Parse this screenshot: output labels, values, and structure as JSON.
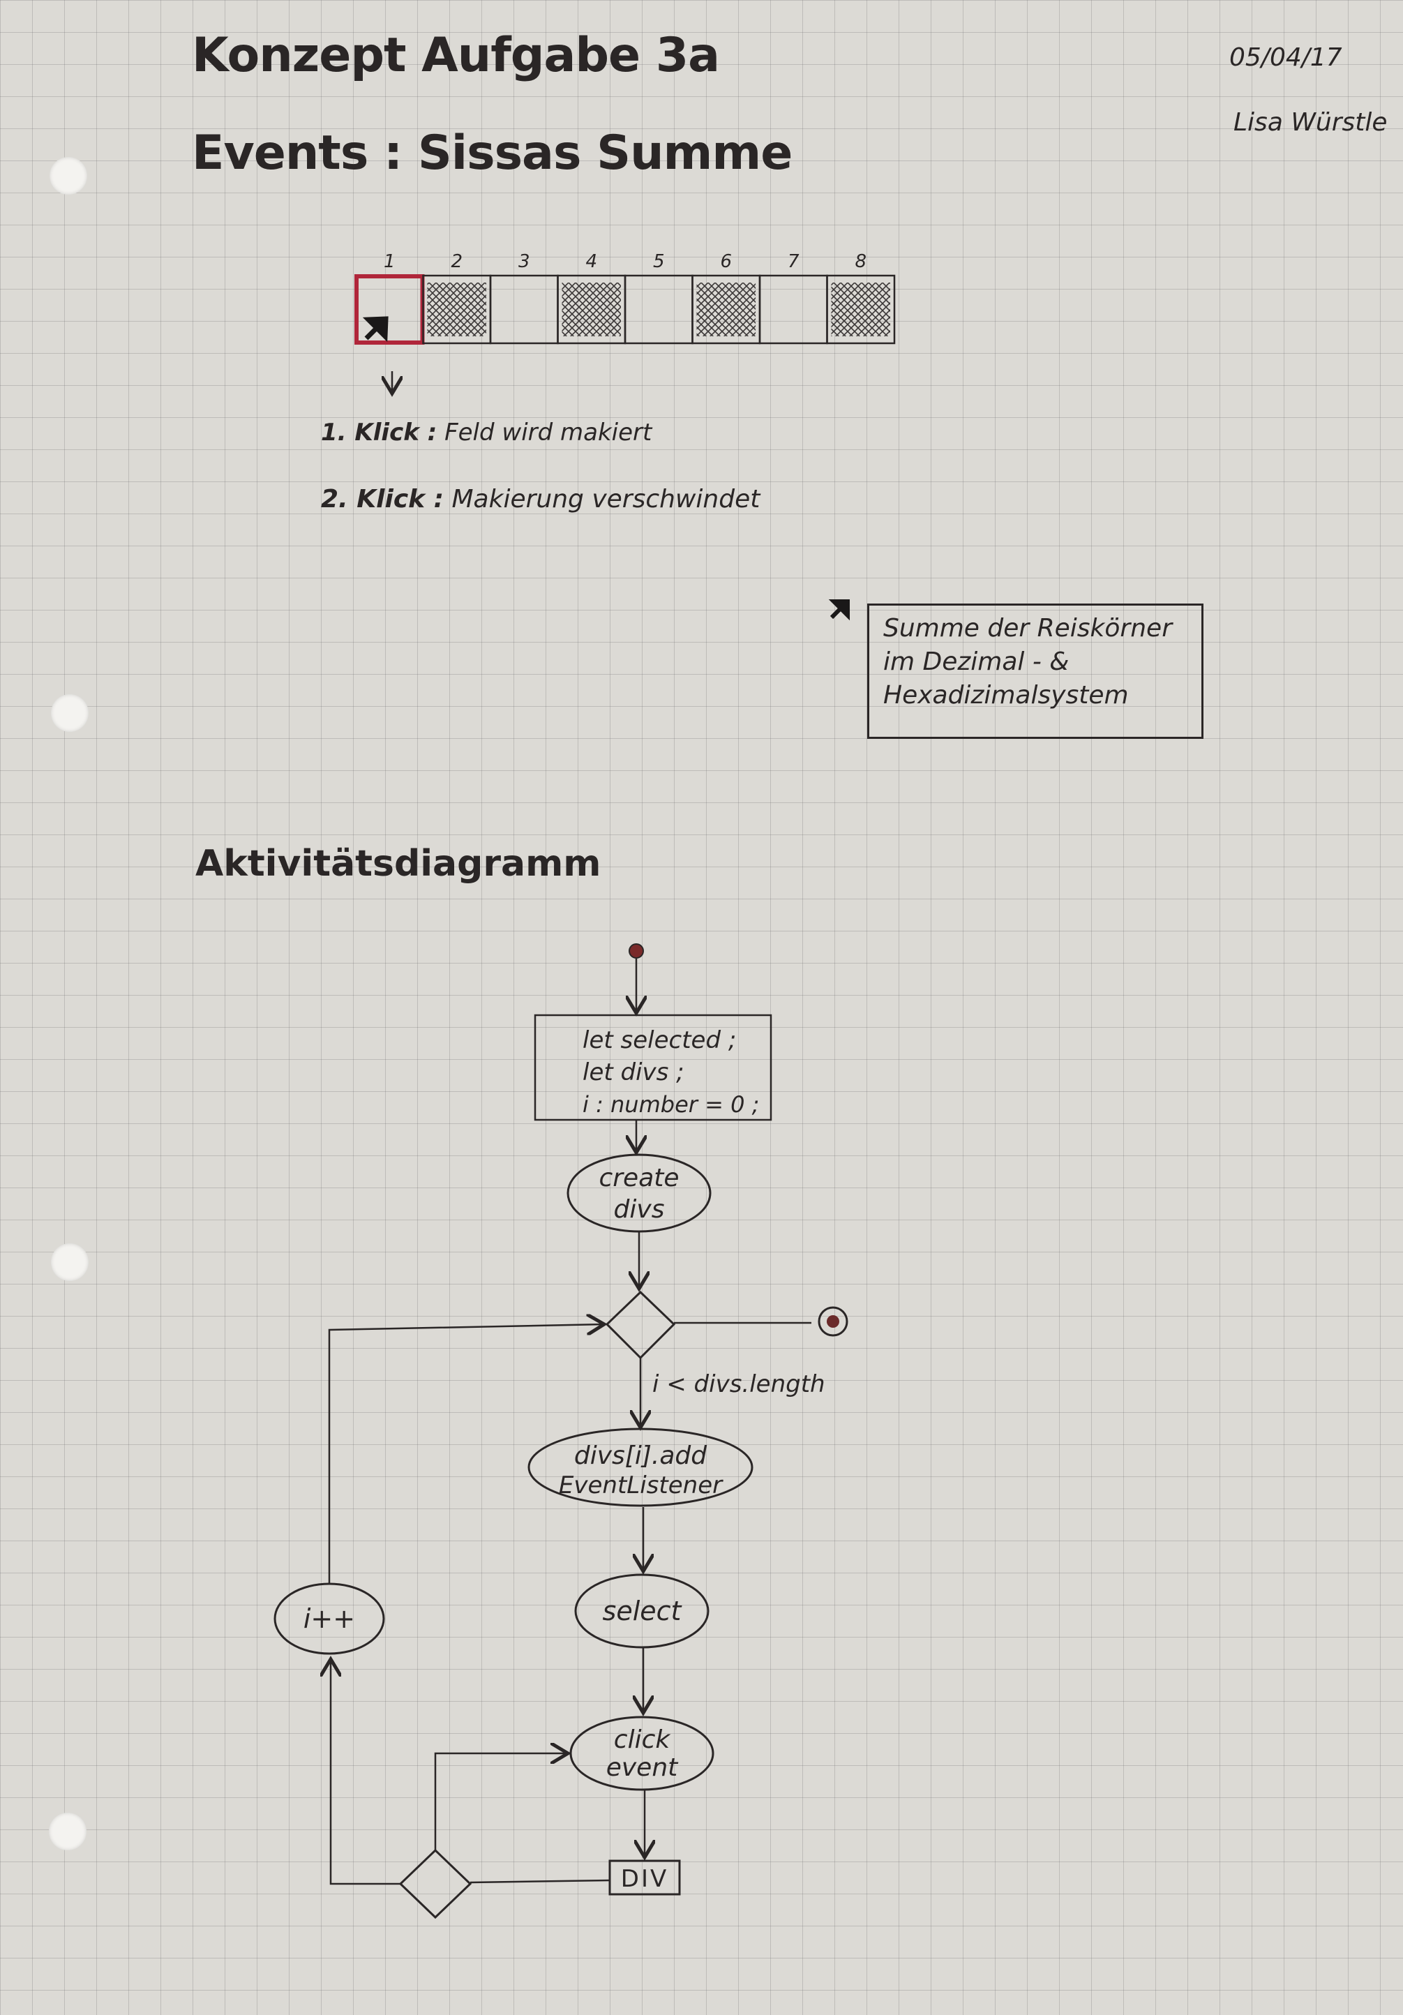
{
  "header": {
    "title": "Konzept Aufgabe 3a",
    "subtitle": "Events : Sissas Summe",
    "date": "05/04/17",
    "author": "Lisa Würstle"
  },
  "board": {
    "cells": [
      {
        "number": "1",
        "hatched": false,
        "selected": true
      },
      {
        "number": "2",
        "hatched": true,
        "selected": false
      },
      {
        "number": "3",
        "hatched": false,
        "selected": false
      },
      {
        "number": "4",
        "hatched": true,
        "selected": false
      },
      {
        "number": "5",
        "hatched": false,
        "selected": false
      },
      {
        "number": "6",
        "hatched": true,
        "selected": false
      },
      {
        "number": "7",
        "hatched": false,
        "selected": false
      },
      {
        "number": "8",
        "hatched": true,
        "selected": false
      }
    ],
    "highlight_color": "#b0263a"
  },
  "notes": {
    "click1_label": "1. Klick :",
    "click1_text": "Feld wird makiert",
    "click2_label": "2. Klick :",
    "click2_text": "Makierung verschwindet",
    "info_line1": "Summe der Reiskörner",
    "info_line2": "im Dezimal - &",
    "info_line3": "Hexadizimalsystem"
  },
  "diagram": {
    "heading": "Aktivitätsdiagramm",
    "init_line1": "let selected ;",
    "init_line2": "let divs ;",
    "init_line3": "i : number = 0 ;",
    "create_line1": "create",
    "create_line2": "divs",
    "guard": "i < divs.length",
    "listener_line1": "divs[i].add",
    "listener_line2": "EventListener",
    "select": "select",
    "click_line1": "click",
    "click_line2": "event",
    "div": "DIV",
    "increment": "i++"
  }
}
